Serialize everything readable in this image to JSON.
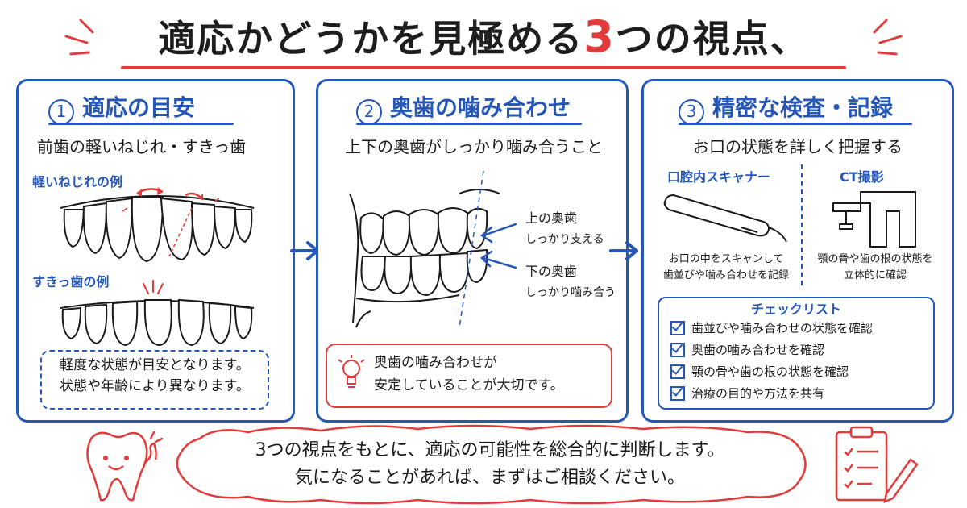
{
  "title": {
    "main": "適応かどうかを見極める",
    "accent": "3",
    "rest": "つの視点、"
  },
  "colors": {
    "blue": "#2457b8",
    "red": "#e23b3b",
    "text": "#1a1a1a"
  },
  "panels": [
    {
      "number": "1",
      "title": "適応の目安",
      "subtitle": "前歯の軽いねじれ・すきっ歯",
      "example1": "軽いねじれの例",
      "example2": "すきっ歯の例",
      "note": [
        "軽度な状態が目安となります。",
        "状態や年齢により異なります。"
      ]
    },
    {
      "number": "2",
      "title": "奥歯の噛み合わせ",
      "subtitle": "上下の奥歯がしっかり噛み合うこと",
      "label_upper": [
        "上の奥歯",
        "しっかり支える"
      ],
      "label_lower": [
        "下の奥歯",
        "しっかり噛み合う"
      ],
      "tip": [
        "奥歯の噛み合わせが",
        "安定していることが大切です。"
      ],
      "tip_icon": "lightbulb-icon"
    },
    {
      "number": "3",
      "title": "精密な検査・記録",
      "subtitle": "お口の状態を詳しく把握する",
      "scanner_title": "口腔内スキャナー",
      "scanner_desc": [
        "お口の中をスキャンして",
        "歯並びや噛み合わせを記録"
      ],
      "ct_title": "CT撮影",
      "ct_desc": [
        "顎の骨や歯の根の状態を",
        "立体的に確認"
      ],
      "checklist_title": "チェックリスト",
      "checklist": [
        "歯並びや噛み合わせの状態を確認",
        "奥歯の噛み合わせを確認",
        "顎の骨や歯の根の状態を確認",
        "治療の目的や方法を共有"
      ]
    }
  ],
  "footer": {
    "line1": "3つの視点をもとに、適応の可能性を総合的に判断します。",
    "line2": "気になることがあれば、まずはご相談ください。"
  },
  "icons": {
    "arrow": "arrow-right-icon",
    "tooth_mascot": "tooth-mascot-icon",
    "clipboard": "clipboard-checklist-icon"
  }
}
